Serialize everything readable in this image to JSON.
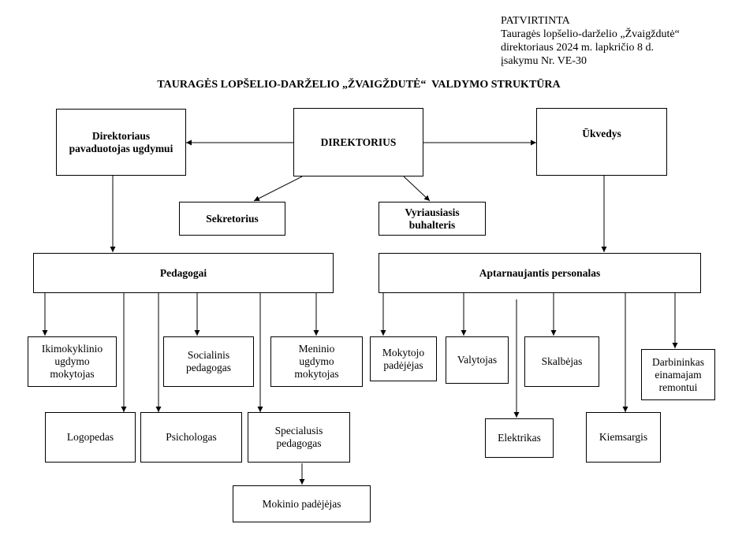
{
  "approval": {
    "line1": "PATVIRTINTA",
    "line2": "Tauragės lopšelio-darželio „Žvaigždutė“",
    "line3": "direktoriaus 2024 m. lapkričio 8 d.",
    "line4": "įsakymu Nr. VE-30"
  },
  "title": "TAURAGĖS LOPŠELIO-DARŽELIO „ŽVAIGŽDUTĖ“  VALDYMO STRUKTŪRA",
  "nodes": {
    "director": "DIREKTORIUS",
    "deputy": "Direktoriaus\npavaduotojas ugdymui",
    "facility_manager": "Ūkvedys",
    "secretary": "Sekretorius",
    "chief_accountant": "Vyriausiasis\nbuhalteris",
    "teachers": "Pedagogai",
    "service_staff": "Aptarnaujantis personalas",
    "preschool_teacher": "Ikimokyklinio\nugdymo\nmokytojas",
    "social_pedagogue": "Socialinis\npedagogas",
    "art_teacher": "Meninio\nugdymo\nmokytojas",
    "speech_therapist": "Logopedas",
    "psychologist": "Psichologas",
    "special_pedagogue": "Specialusis\npedagogas",
    "student_assistant": "Mokinio padėjėjas",
    "teacher_assistant": "Mokytojo\npadėjėjas",
    "cleaner": "Valytojas",
    "laundress": "Skalbėjas",
    "maintenance_worker": "Darbininkas\neinamajam\nremontui",
    "electrician": "Elektrikas",
    "yard_keeper": "Kiemsargis"
  }
}
